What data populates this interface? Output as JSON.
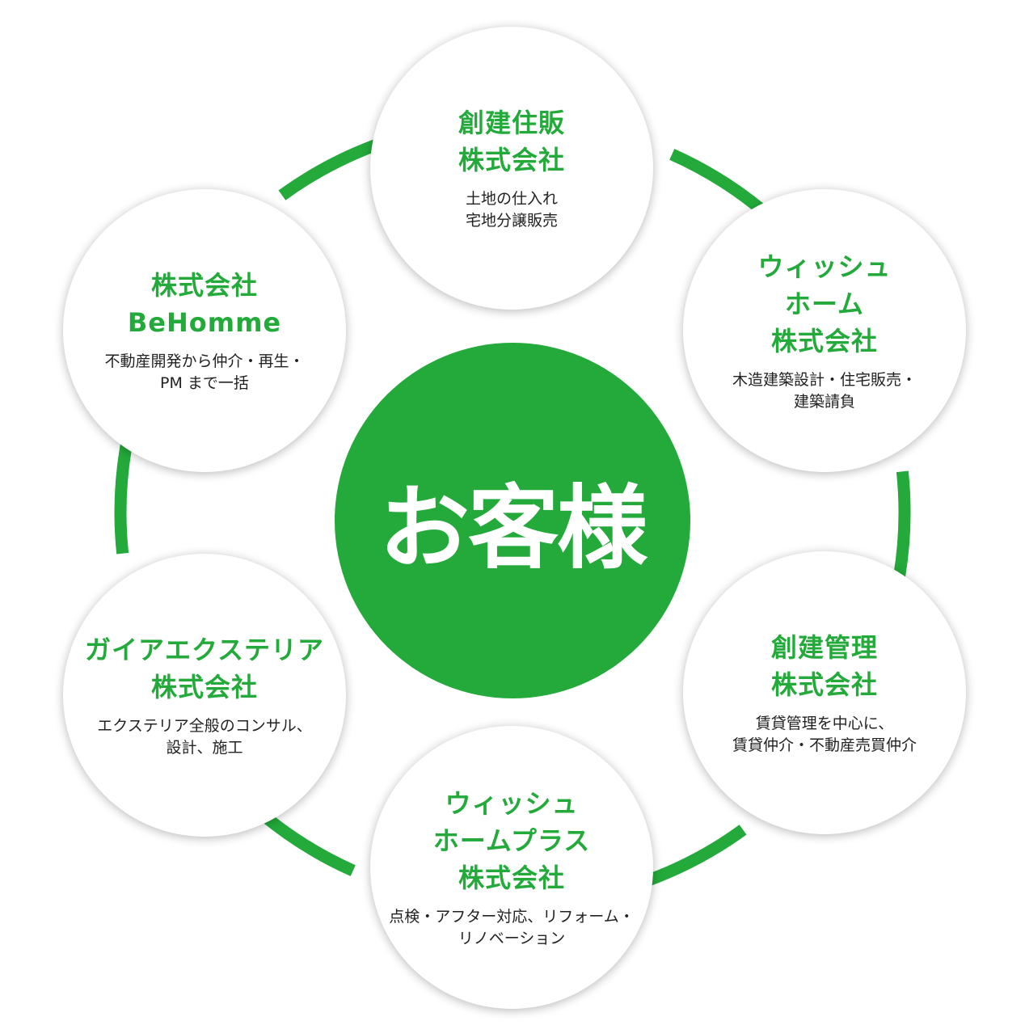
{
  "colors": {
    "accent": "#23aa3a",
    "text": "#222222",
    "node_bg": "#ffffff"
  },
  "center": {
    "label": "お客様"
  },
  "nodes": [
    {
      "title": [
        "創建住販",
        "株式会社"
      ],
      "desc": [
        "土地の仕入れ",
        "宅地分譲販売"
      ]
    },
    {
      "title": [
        "ウィッシュ",
        "ホーム",
        "株式会社"
      ],
      "desc": [
        "木造建築設計・住宅販売・",
        "建築請負"
      ]
    },
    {
      "title": [
        "創建管理",
        "株式会社"
      ],
      "desc": [
        "賃貸管理を中心に、",
        "賃貸仲介・不動産売買仲介"
      ]
    },
    {
      "title": [
        "ウィッシュ",
        "ホームプラス",
        "株式会社"
      ],
      "desc": [
        "点検・アフター対応、リフォーム・",
        "リノベーション"
      ]
    },
    {
      "title": [
        "ガイアエクステリア",
        "株式会社"
      ],
      "desc": [
        "エクステリア全般のコンサル、",
        "設計、施工"
      ]
    },
    {
      "title": [
        "株式会社",
        "BeHomme"
      ],
      "desc": [
        "不動産開発から仲介・再生・",
        "PM まで一括"
      ]
    }
  ],
  "cycle_direction": "clockwise"
}
